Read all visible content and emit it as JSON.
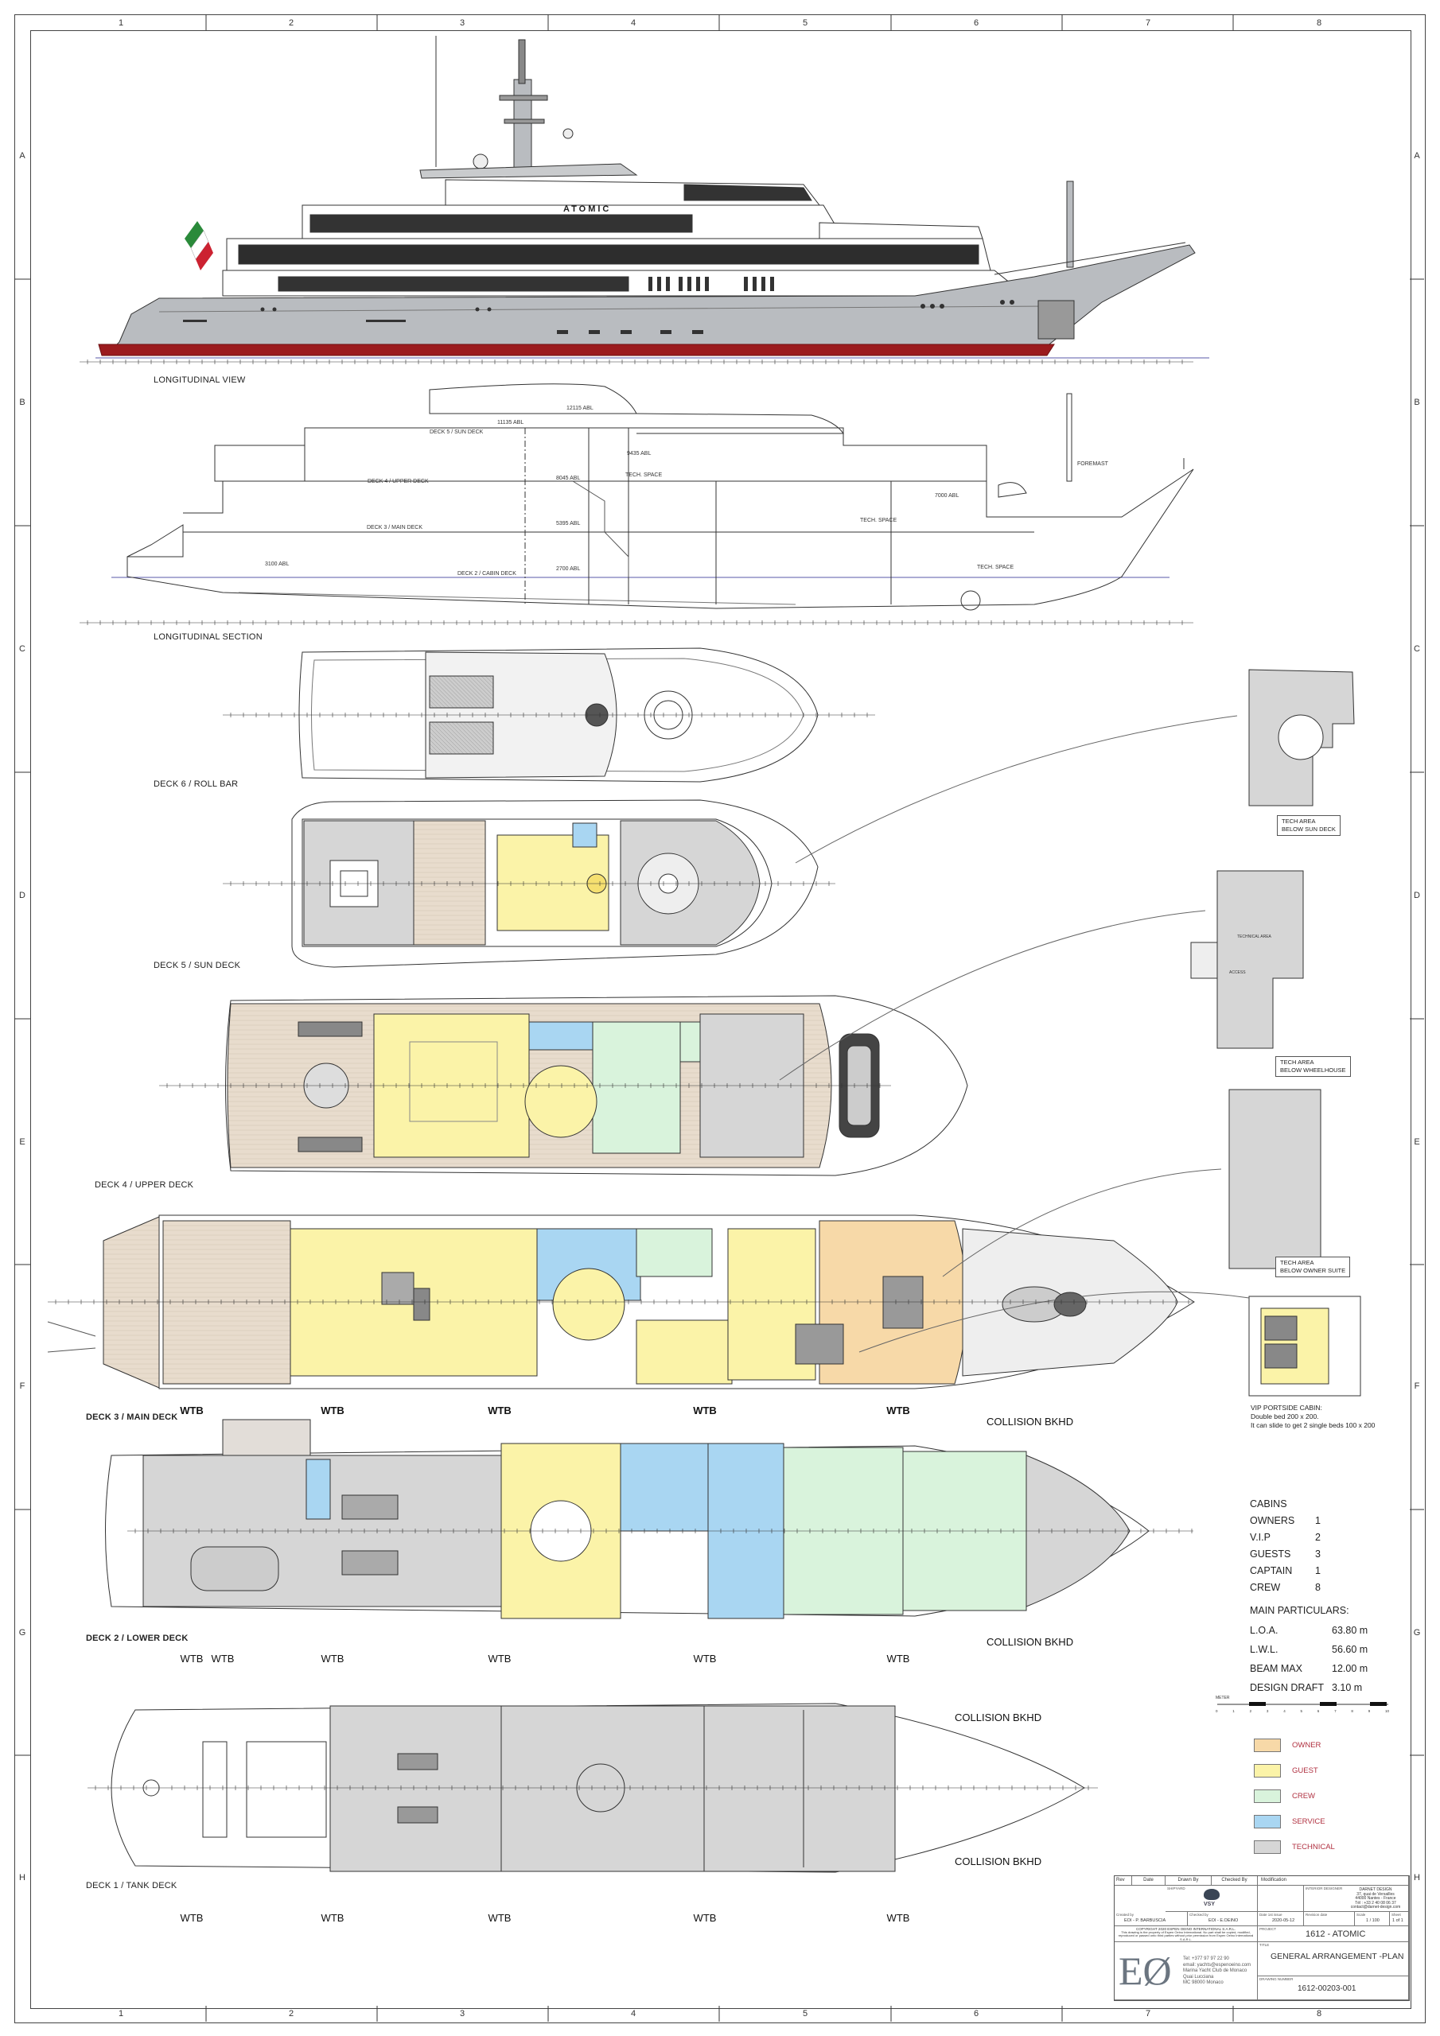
{
  "grid": {
    "columns": [
      "1",
      "2",
      "3",
      "4",
      "5",
      "6",
      "7",
      "8"
    ],
    "rows": [
      "A",
      "B",
      "C",
      "D",
      "E",
      "F",
      "G",
      "H"
    ]
  },
  "views": {
    "ship_name": "ATOMIC",
    "longitudinal_view": "LONGITUDINAL VIEW",
    "longitudinal_section": "LONGITUDINAL SECTION",
    "deck6": "DECK 6 / ROLL BAR",
    "deck5": "DECK 5 / SUN DECK",
    "deck4": "DECK 4 / UPPER DECK",
    "deck3": "DECK 3 / MAIN DECK",
    "deck2": "DECK 2 / LOWER DECK",
    "deck1": "DECK 1 / TANK DECK"
  },
  "section_labels": {
    "deck5": "DECK 5 / SUN DECK",
    "deck4": "DECK 4 / UPPER DECK",
    "deck3": "DECK 3 / MAIN DECK",
    "deck2": "DECK 2 / CABIN DECK",
    "abl_12115": "12115 ABL",
    "abl_11135": "11135 ABL",
    "abl_9435": "9435 ABL",
    "abl_8045": "8045 ABL",
    "abl_7000": "7000 ABL",
    "abl_5395": "5395 ABL",
    "abl_3100": "3100 ABL",
    "abl_2700": "2700 ABL",
    "tech_space": "TECH. SPACE",
    "foremast": "FOREMAST"
  },
  "bulkheads": {
    "wtb": "WTB",
    "collision": "COLLISION BKHD"
  },
  "details": {
    "sun_deck": [
      "TECH AREA",
      "BELOW SUN DECK"
    ],
    "wheelhouse": [
      "TECH AREA",
      "BELOW WHEELHOUSE"
    ],
    "owner_suite": [
      "TECH AREA",
      "BELOW OWNER SUITE"
    ],
    "technical_area": "TECHNICAL AREA",
    "access": "ACCESS"
  },
  "vip_note": {
    "title": "VIP PORTSIDE CABIN:",
    "line1": "Double bed 200 x 200.",
    "line2": "It can slide to get 2 single beds 100 x 200"
  },
  "cabins": {
    "heading": "CABINS",
    "items": [
      {
        "label": "OWNERS",
        "value": "1"
      },
      {
        "label": "V.I.P",
        "value": "2"
      },
      {
        "label": "GUESTS",
        "value": "3"
      },
      {
        "label": "CAPTAIN",
        "value": "1"
      },
      {
        "label": "CREW",
        "value": "8"
      }
    ]
  },
  "particulars": {
    "heading": "MAIN PARTICULARS:",
    "items": [
      {
        "label": "L.O.A.",
        "value": "63.80 m"
      },
      {
        "label": "L.W.L.",
        "value": "56.60 m"
      },
      {
        "label": "BEAM MAX",
        "value": "12.00 m"
      },
      {
        "label": "DESIGN DRAFT",
        "value": "3.10 m"
      }
    ]
  },
  "scale_bar": {
    "label": "METER",
    "ticks": [
      "0",
      "1",
      "2",
      "3",
      "4",
      "5",
      "6",
      "7",
      "8",
      "9",
      "10"
    ]
  },
  "legend": [
    {
      "label": "OWNER",
      "color": "#f7d9a8"
    },
    {
      "label": "GUEST",
      "color": "#fbf3a8"
    },
    {
      "label": "CREW",
      "color": "#d9f3dc"
    },
    {
      "label": "SERVICE",
      "color": "#a9d6f2"
    },
    {
      "label": "TECHNICAL",
      "color": "#d6d6d6"
    }
  ],
  "colors": {
    "owner": "#f7d9a8",
    "guest": "#fbf3a8",
    "crew": "#d9f3dc",
    "service": "#a9d6f2",
    "technical": "#d6d6d6",
    "hull": "#b9bcc0",
    "boot_stripe": "#9b1b1e",
    "wood": "#e8dccd"
  },
  "title_block": {
    "headers": {
      "rev": "Rev",
      "date": "Date",
      "drawn_by": "Drawn By",
      "checked_by": "Checked By",
      "modification": "Modification"
    },
    "shipyard_caption": "SHIPYARD",
    "shipyard_logo": "VSY",
    "interior_designer_caption": "INTERIOR DESIGNER",
    "interior_designer": [
      "DARNET DESIGN",
      "37, quai de Versailles",
      "44000 Nantes - France",
      "Tél : +33 2 40 08 06 37",
      "contact@darnet-design.com"
    ],
    "created_by_caption": "Created by",
    "created_by": "EOI - P. BARBUSCIA",
    "checked_by_caption": "Checked by",
    "checked_by": "EOI - E.OEINO",
    "date_caption": "Date 1st issue",
    "date": "2020-05-12",
    "revision_caption": "Revision date",
    "scale_caption": "Scale",
    "scale": "1 / 100",
    "sheet_caption": "Sheet",
    "sheet": "1 of 1",
    "copyright": "COPYRIGHT 2020 ESPEN OEINO INTERNATIONAL S.A.R.L.",
    "copyright_note": "This drawing is the property of Espen Oeino International. No part shall be copied, modified, reproduced or passed onto third parties without prior permission from Espen Oeino International S.A.R.L.",
    "logo": "EØ",
    "contact": [
      "Tel: +377 97 97 22 90",
      "email: yachts@espenoeino.com",
      "Marina Yacht Club de Monaco",
      "Quai Lucciana",
      "MC 98000  Monaco"
    ],
    "project_caption": "PROJECT",
    "project": "1612 - ATOMIC",
    "title_caption": "TITLE",
    "title": "GENERAL ARRANGEMENT -PLAN",
    "drawing_number_caption": "DRAWING NUMBER",
    "drawing_number": "1612-00203-001"
  }
}
